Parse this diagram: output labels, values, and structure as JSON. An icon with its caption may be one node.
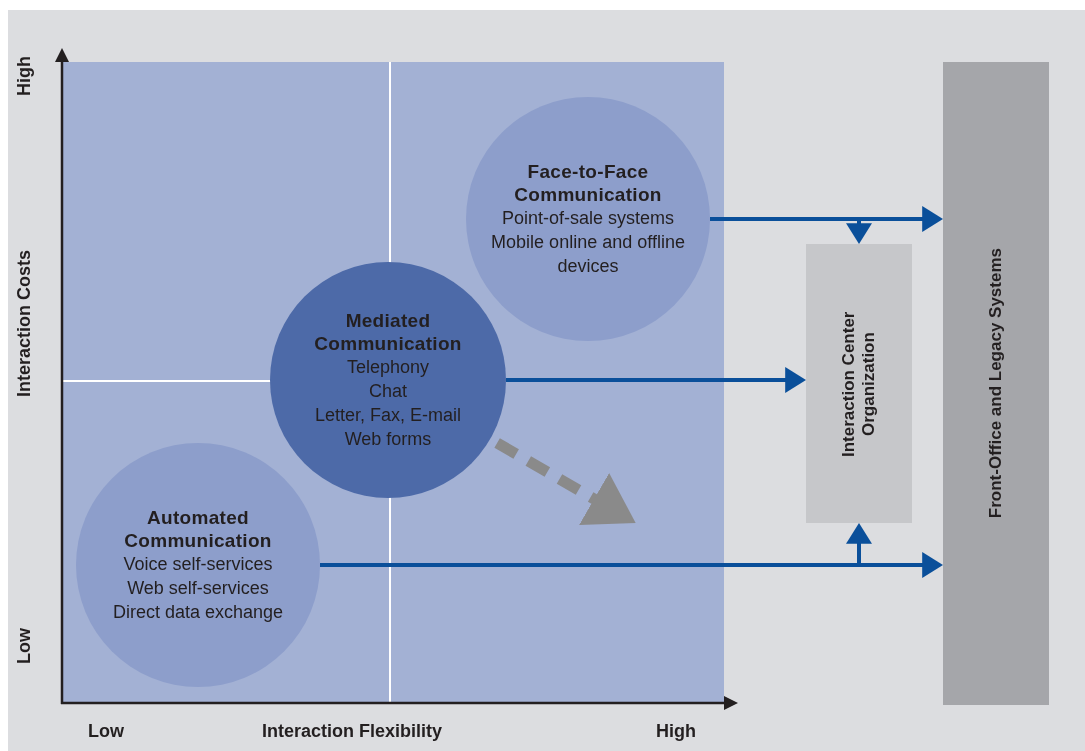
{
  "diagram": {
    "nodes": [
      {
        "text": [
          "Face-to-Face Communication",
          "Point-of-sale systems",
          "Mobile online and offline devices"
        ]
      },
      {
        "text": [
          "Mediated Communication",
          "Telephony",
          "Chat",
          "Letter, Fax, E-mail",
          "Web forms"
        ]
      },
      {
        "text": [
          "Automated Communication",
          "Voice self-services",
          "Web self-services",
          "Direct data exchange"
        ]
      },
      {
        "text": [
          "Interaction Center Organization"
        ]
      },
      {
        "text": [
          "Front-Office and Legacy Systems"
        ]
      }
    ],
    "edges": [
      {
        "from": 0,
        "to": 4,
        "arrow": "to"
      },
      {
        "from": 0,
        "to": 3,
        "arrow": "to"
      },
      {
        "from": 1,
        "to": 3,
        "arrow": "to"
      },
      {
        "from": 2,
        "to": 4,
        "arrow": "to"
      },
      {
        "from": 2,
        "to": 3,
        "arrow": "to"
      },
      {
        "from": 1,
        "to": null,
        "arrow": "to",
        "style": "dashed",
        "color": "#8a8a8a"
      }
    ],
    "labels": [
      "High",
      "Interaction Costs",
      "Low",
      "Low",
      "Interaction Flexibility",
      "High"
    ]
  }
}
